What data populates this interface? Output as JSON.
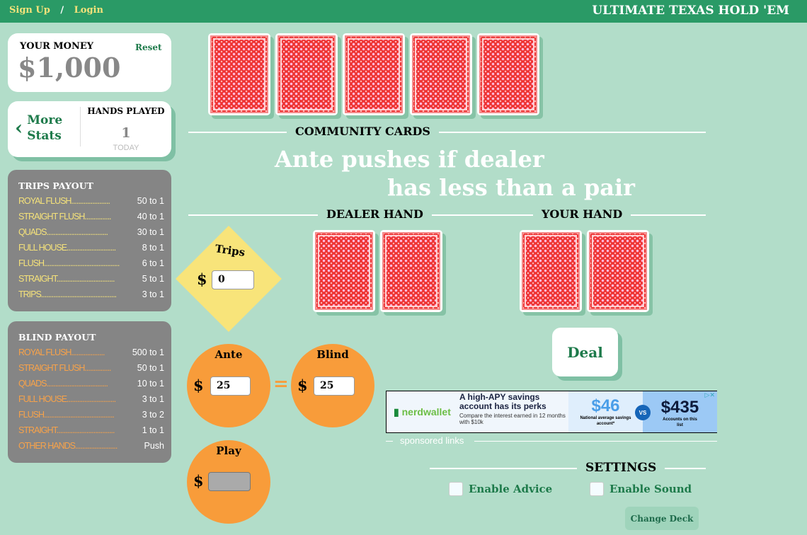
{
  "header": {
    "sign_up": "Sign Up",
    "separator": "/",
    "login": "Login",
    "title": "ULTIMATE TEXAS HOLD 'EM"
  },
  "money": {
    "label": "YOUR MONEY",
    "reset": "Reset",
    "value": "$1,000"
  },
  "stats": {
    "more_line1": "More",
    "more_line2": "Stats",
    "hands_played": "HANDS PLAYED",
    "count": "1",
    "period": "TODAY"
  },
  "trips_payout": {
    "title": "TRIPS PAYOUT",
    "rows": [
      {
        "name": "ROYAL FLUSH......................",
        "value": "50 to 1"
      },
      {
        "name": "STRAIGHT FLUSH...............",
        "value": "40 to 1"
      },
      {
        "name": "QUADS...................................",
        "value": "30 to 1"
      },
      {
        "name": "FULL HOUSE............................",
        "value": "8 to 1"
      },
      {
        "name": "FLUSH...........................................",
        "value": "6 to 1"
      },
      {
        "name": "STRAIGHT.................................",
        "value": "5 to 1"
      },
      {
        "name": "TRIPS...........................................",
        "value": "3 to 1"
      }
    ]
  },
  "blind_payout": {
    "title": "BLIND PAYOUT",
    "rows": [
      {
        "name": "ROYAL FLUSH...................",
        "value": "500 to 1"
      },
      {
        "name": "STRAIGHT FLUSH...............",
        "value": "50 to 1"
      },
      {
        "name": "QUADS...................................",
        "value": "10 to 1"
      },
      {
        "name": "FULL HOUSE............................",
        "value": "3 to 1"
      },
      {
        "name": "FLUSH........................................",
        "value": "3 to 2"
      },
      {
        "name": "STRAIGHT.................................",
        "value": "1 to 1"
      },
      {
        "name": "OTHER HANDS........................",
        "value": "Push"
      }
    ]
  },
  "table": {
    "community_label": "COMMUNITY CARDS",
    "message_line1": "Ante pushes if dealer",
    "message_line2": "has less than a pair",
    "dealer_label": "DEALER HAND",
    "your_label": "YOUR HAND"
  },
  "bets": {
    "trips_label": "Trips",
    "trips_value": "0",
    "ante_label": "Ante",
    "ante_value": "25",
    "equals": "=",
    "blind_label": "Blind",
    "blind_value": "25",
    "play_label": "Play",
    "play_value": "",
    "currency": "$"
  },
  "deal_button": "Deal",
  "ad": {
    "brand": "nerdwallet",
    "headline": "A high-APY savings account has its perks",
    "body": "Compare the interest earned in 12 months with $10k",
    "left_value": "$46",
    "left_caption": "National average savings account*",
    "vs": "VS",
    "right_value": "$435",
    "right_caption": "Accounts on this list",
    "sponsored": "sponsored links"
  },
  "settings": {
    "title": "SETTINGS",
    "advice": "Enable Advice",
    "sound": "Enable Sound",
    "change_deck": "Change Deck"
  },
  "colors": {
    "header": "#2a9a66",
    "background": "#b2ddc9",
    "accent_green": "#1d7a4a",
    "chip_orange": "#f89c3a",
    "trips_yellow": "#f8e47a",
    "payout_grey": "#858585"
  }
}
